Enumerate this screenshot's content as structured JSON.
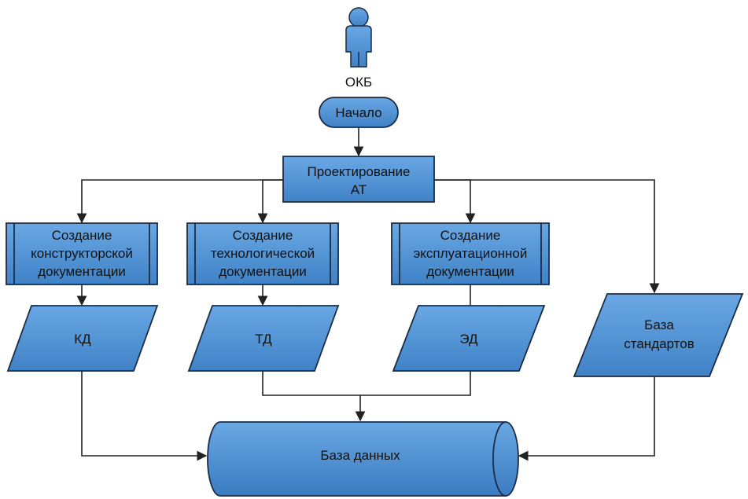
{
  "colors": {
    "fill": "#4a8fd1",
    "fill_light": "#6aa8e4",
    "stroke": "#1c2c44",
    "line": "#222222",
    "text": "#111111"
  },
  "actor": {
    "icon": "person-icon",
    "label": "ОКБ"
  },
  "start": {
    "label": "Начало"
  },
  "design": {
    "line1": "Проектирование",
    "line2": "АТ"
  },
  "processes": [
    {
      "lines": [
        "Создание",
        "конструкторской",
        "документации"
      ]
    },
    {
      "lines": [
        "Создание",
        "технологической",
        "документации"
      ]
    },
    {
      "lines": [
        "Создание",
        "эксплуатационной",
        "документации"
      ]
    }
  ],
  "outputs": [
    {
      "lines": [
        "КД"
      ]
    },
    {
      "lines": [
        "ТД"
      ]
    },
    {
      "lines": [
        "ЭД"
      ]
    },
    {
      "lines": [
        "База",
        "стандартов"
      ]
    }
  ],
  "database": {
    "label": "База данных"
  }
}
